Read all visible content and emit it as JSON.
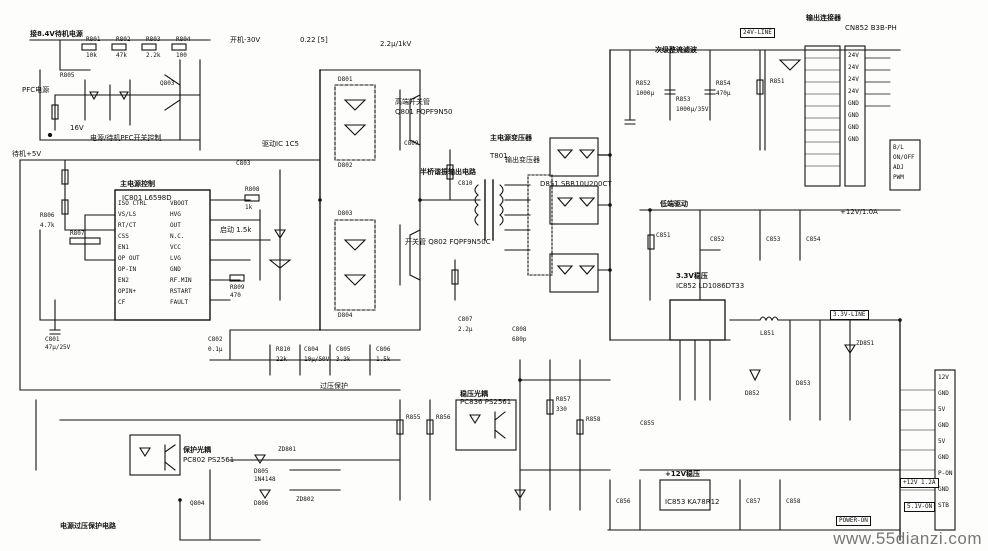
{
  "watermark": "www.55dianzi.com",
  "labels": {
    "ac_in": "接8.4V待机电源",
    "pfc_vcc": "PFC电源",
    "vcc_16v": "16V",
    "pfc_on_ctrl": "电源/待机PFC开关控制",
    "standby_5v": "待机+5V",
    "power_on": "开机-30V",
    "c_top": "0.22 [5]",
    "cap_2u2": "2.2μ/1kV",
    "low_side_drv": "低端驱动",
    "driver_ic": "驱动IC 1C5",
    "ctrl_ic": "主电源控制",
    "ic_part": "IC801 L6598D",
    "start_r": "启动 1.5k",
    "hv_mos": "高端开关管",
    "mos_part": "Q801 FQPF9N50",
    "half_bridge": "半桥谐振输出电路",
    "trans_main": "主电源变压器",
    "trans_part": "T801",
    "lo_mos": "开关管 Q802 FQPF9N50C",
    "sync_rect": "次级整流滤波",
    "sec_rect": "输出变压器",
    "rect_part": "D851 SBR10U200CT",
    "regulator_33v": "3.3V稳压",
    "reg_part": "IC852 LD1086DT33",
    "reg_33_out": "3.3V-LINE",
    "out_conn": "输出连接器",
    "conn_part": "CN852 B3B-PH",
    "v24_line": "24V-LINE",
    "standby_12v": "+12V/1.0A",
    "feedback": "稳压光耦",
    "fb_part": "PC836 PS2561",
    "protect_opto": "保护光耦",
    "prot_part": "PC802 PS2561",
    "ovp": "过压保护",
    "protect_ckt": "电源过压保护电路",
    "sec_12v": "+12V稳压",
    "reg12_part": "IC853 KA78R12",
    "out_12": "+12V 1.2A",
    "power_on_ctrl": "POWER-ON",
    "p_on": "5.1V-ON"
  },
  "pin_labels": {
    "ic801_left": [
      "ISO CTRL",
      "VS/LS",
      "RT/CT",
      "CSS",
      "EN1",
      "OP OUT",
      "OP-IN",
      "EN2",
      "OPIN+",
      "CF"
    ],
    "ic801_right": [
      "VBOOT",
      "HVG",
      "OUT",
      "N.C.",
      "VCC",
      "LVG",
      "GND",
      "RF.MIN",
      "RSTART",
      "FAULT"
    ],
    "conn_right": [
      "24V",
      "24V",
      "24V",
      "24V",
      "GND",
      "GND",
      "GND",
      "GND",
      "B/L",
      "ON/OFF",
      "ADJ",
      "PWM"
    ],
    "conn_bot": [
      "12V",
      "GND",
      "5V",
      "GND",
      "5V",
      "GND",
      "P-ON",
      "GND",
      "STB"
    ]
  },
  "components": [
    "R801",
    "R802",
    "R803",
    "R804",
    "R805",
    "R806",
    "R807",
    "R808",
    "R809",
    "R810",
    "C801",
    "C802",
    "C803",
    "C804",
    "C805",
    "C806",
    "C807",
    "C808",
    "C809",
    "C810",
    "D801",
    "D802",
    "D803",
    "D804",
    "D805",
    "D806",
    "ZD801",
    "ZD802",
    "Q803",
    "Q804",
    "R851",
    "R852",
    "R853",
    "R854",
    "C851",
    "C852",
    "C853",
    "C854",
    "C855",
    "L851",
    "D852",
    "D853",
    "ZD851",
    "C856",
    "C857",
    "C858",
    "R855",
    "R856",
    "R857",
    "R858"
  ],
  "values": [
    "10k",
    "47k",
    "2.2k",
    "100",
    "4.7k",
    "1k",
    "470",
    "22k",
    "0.1μ",
    "1000μ",
    "470μ",
    "47μ/25V",
    "1000μ/35V",
    "10μ/50V",
    "3.3k",
    "1.5k",
    "2.2μ",
    "680p",
    "330",
    "1N4148"
  ]
}
